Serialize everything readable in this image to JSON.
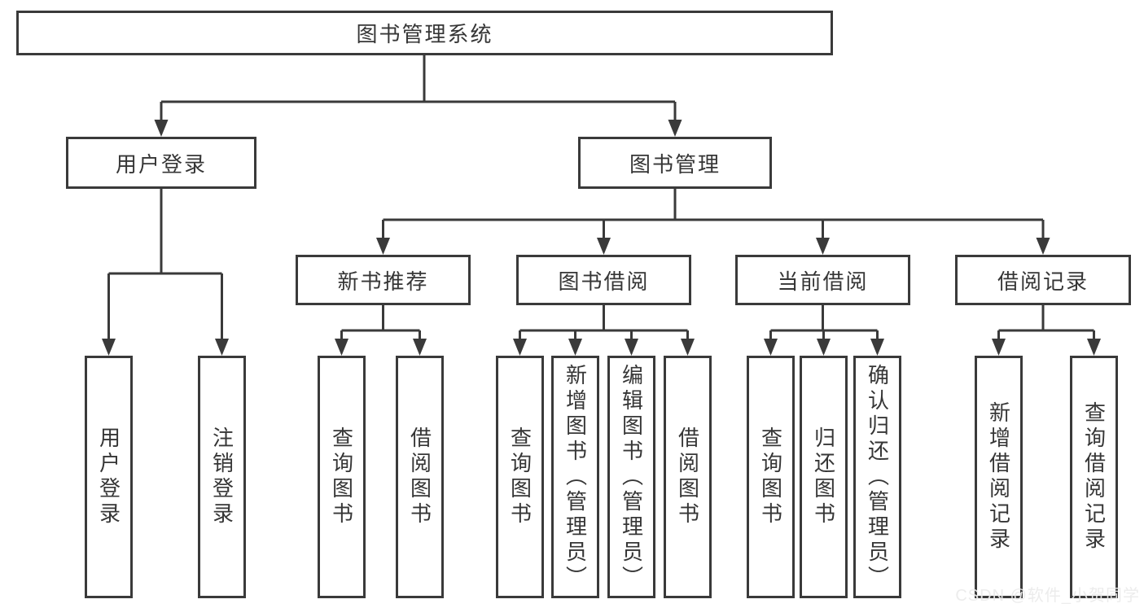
{
  "colors": {
    "line": "#3a3a3a",
    "text": "#363636",
    "background": "#ffffff",
    "watermark": "#ebebeb"
  },
  "watermark": "CSDN @软件_小贺同学",
  "tree": {
    "root": "图书管理系统",
    "branches": [
      {
        "label": "用户登录",
        "children": [
          "用户登录",
          "注销登录"
        ]
      },
      {
        "label": "图书管理",
        "groups": [
          {
            "label": "新书推荐",
            "children": [
              "查询图书",
              "借阅图书"
            ]
          },
          {
            "label": "图书借阅",
            "children": [
              "查询图书",
              "新增图书（管理员）",
              "编辑图书（管理员）",
              "借阅图书"
            ]
          },
          {
            "label": "当前借阅",
            "children": [
              "查询图书",
              "归还图书",
              "确认归还（管理员）"
            ]
          },
          {
            "label": "借阅记录",
            "children": [
              "新增借阅记录",
              "查询借阅记录"
            ]
          }
        ]
      }
    ]
  }
}
